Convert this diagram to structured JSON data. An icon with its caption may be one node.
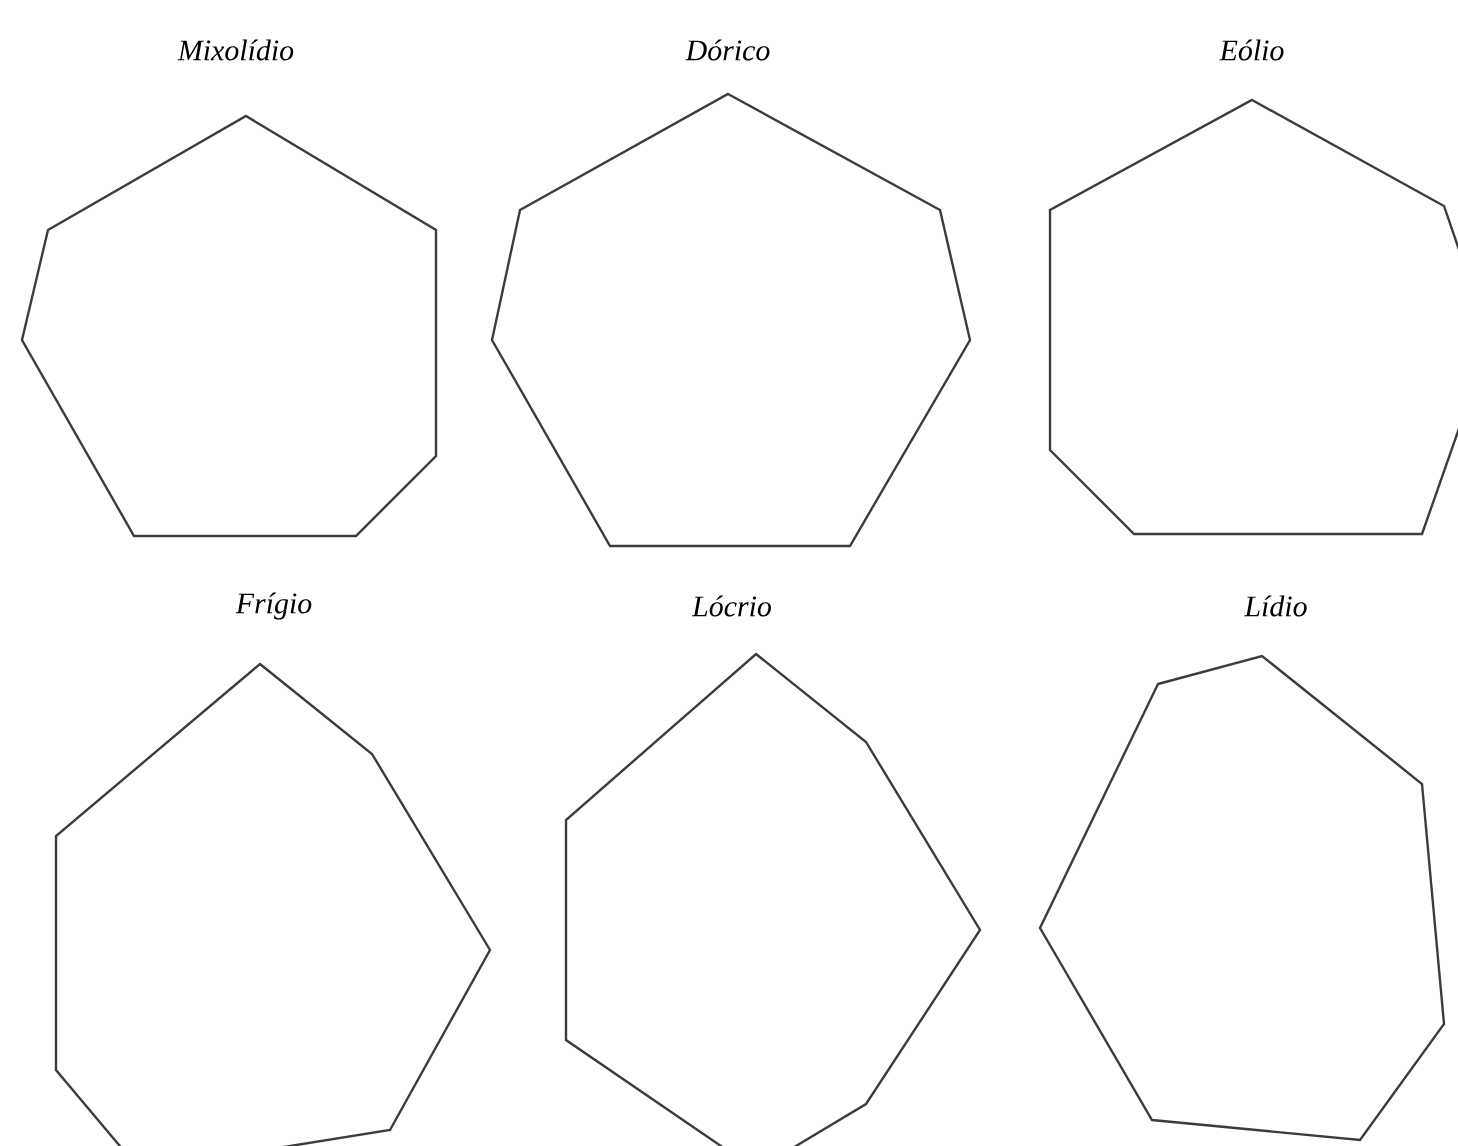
{
  "diagram": {
    "nodes": [
      {
        "text": [
          "Mixolídio"
        ]
      },
      {
        "text": [
          "Dórico"
        ]
      },
      {
        "text": [
          "Eólio"
        ]
      },
      {
        "text": [
          "Frígio"
        ]
      },
      {
        "text": [
          "Lócrio"
        ]
      },
      {
        "text": [
          "Lídio"
        ]
      }
    ]
  }
}
